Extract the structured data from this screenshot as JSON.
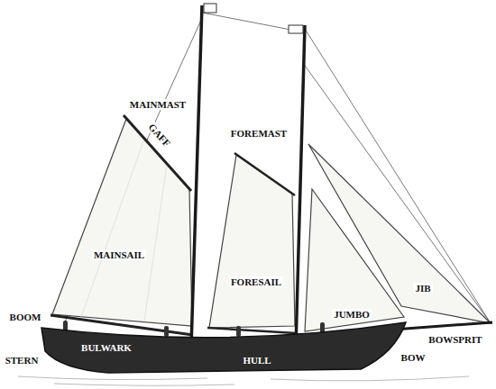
{
  "diagram": {
    "labels": [
      "MAINMAST",
      "GAFF",
      "FOREMAST",
      "MAINSAIL",
      "FORESAIL",
      "JIB",
      "JUMBO",
      "BOOM",
      "BULWARK",
      "STERN",
      "HULL",
      "BOW",
      "BOWSPRIT"
    ]
  }
}
